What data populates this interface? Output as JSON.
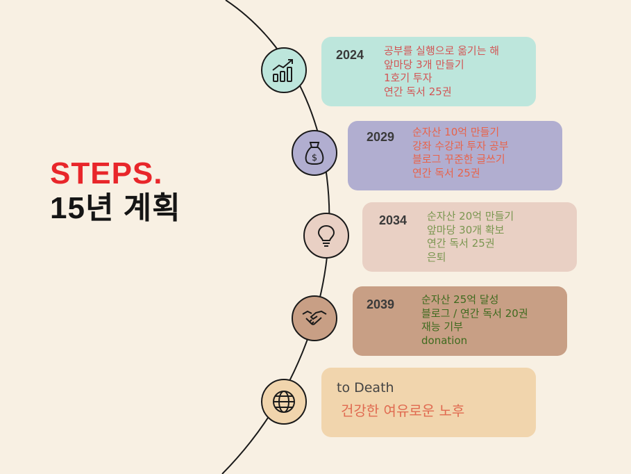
{
  "title": {
    "line1": "STEPS.",
    "line2": "15년 계획"
  },
  "colors": {
    "background": "#f8f0e3",
    "title_accent": "#e8262a",
    "card_2024": "#bde6dc",
    "card_2029": "#b1aed0",
    "card_2034": "#e9d0c4",
    "card_2039": "#c89f85",
    "card_death": "#f1d5ad"
  },
  "steps": [
    {
      "icon": "growth-chart-icon",
      "year": "2024",
      "lines": [
        "공부를 실행으로 옮기는 해",
        "앞마당 3개 만들기",
        "1호기 투자",
        "연간 독서 25권"
      ]
    },
    {
      "icon": "money-bag-icon",
      "year": "2029",
      "lines": [
        "순자산 10억 만들기",
        "강좌 수강과 투자 공부",
        "블로그 꾸준한 글쓰기",
        "연간 독서 25권"
      ]
    },
    {
      "icon": "lightbulb-icon",
      "year": "2034",
      "lines": [
        "순자산 20억 만들기",
        "앞마당 30개 확보",
        "연간 독서 25권",
        "은퇴"
      ]
    },
    {
      "icon": "handshake-icon",
      "year": "2039",
      "lines": [
        "순자산 25억 달성",
        "블로그 / 연간 독서 20권",
        "재능 기부",
        "donation"
      ]
    }
  ],
  "final": {
    "icon": "globe-icon",
    "label": "to Death",
    "text": "건강한 여유로운 노후"
  }
}
